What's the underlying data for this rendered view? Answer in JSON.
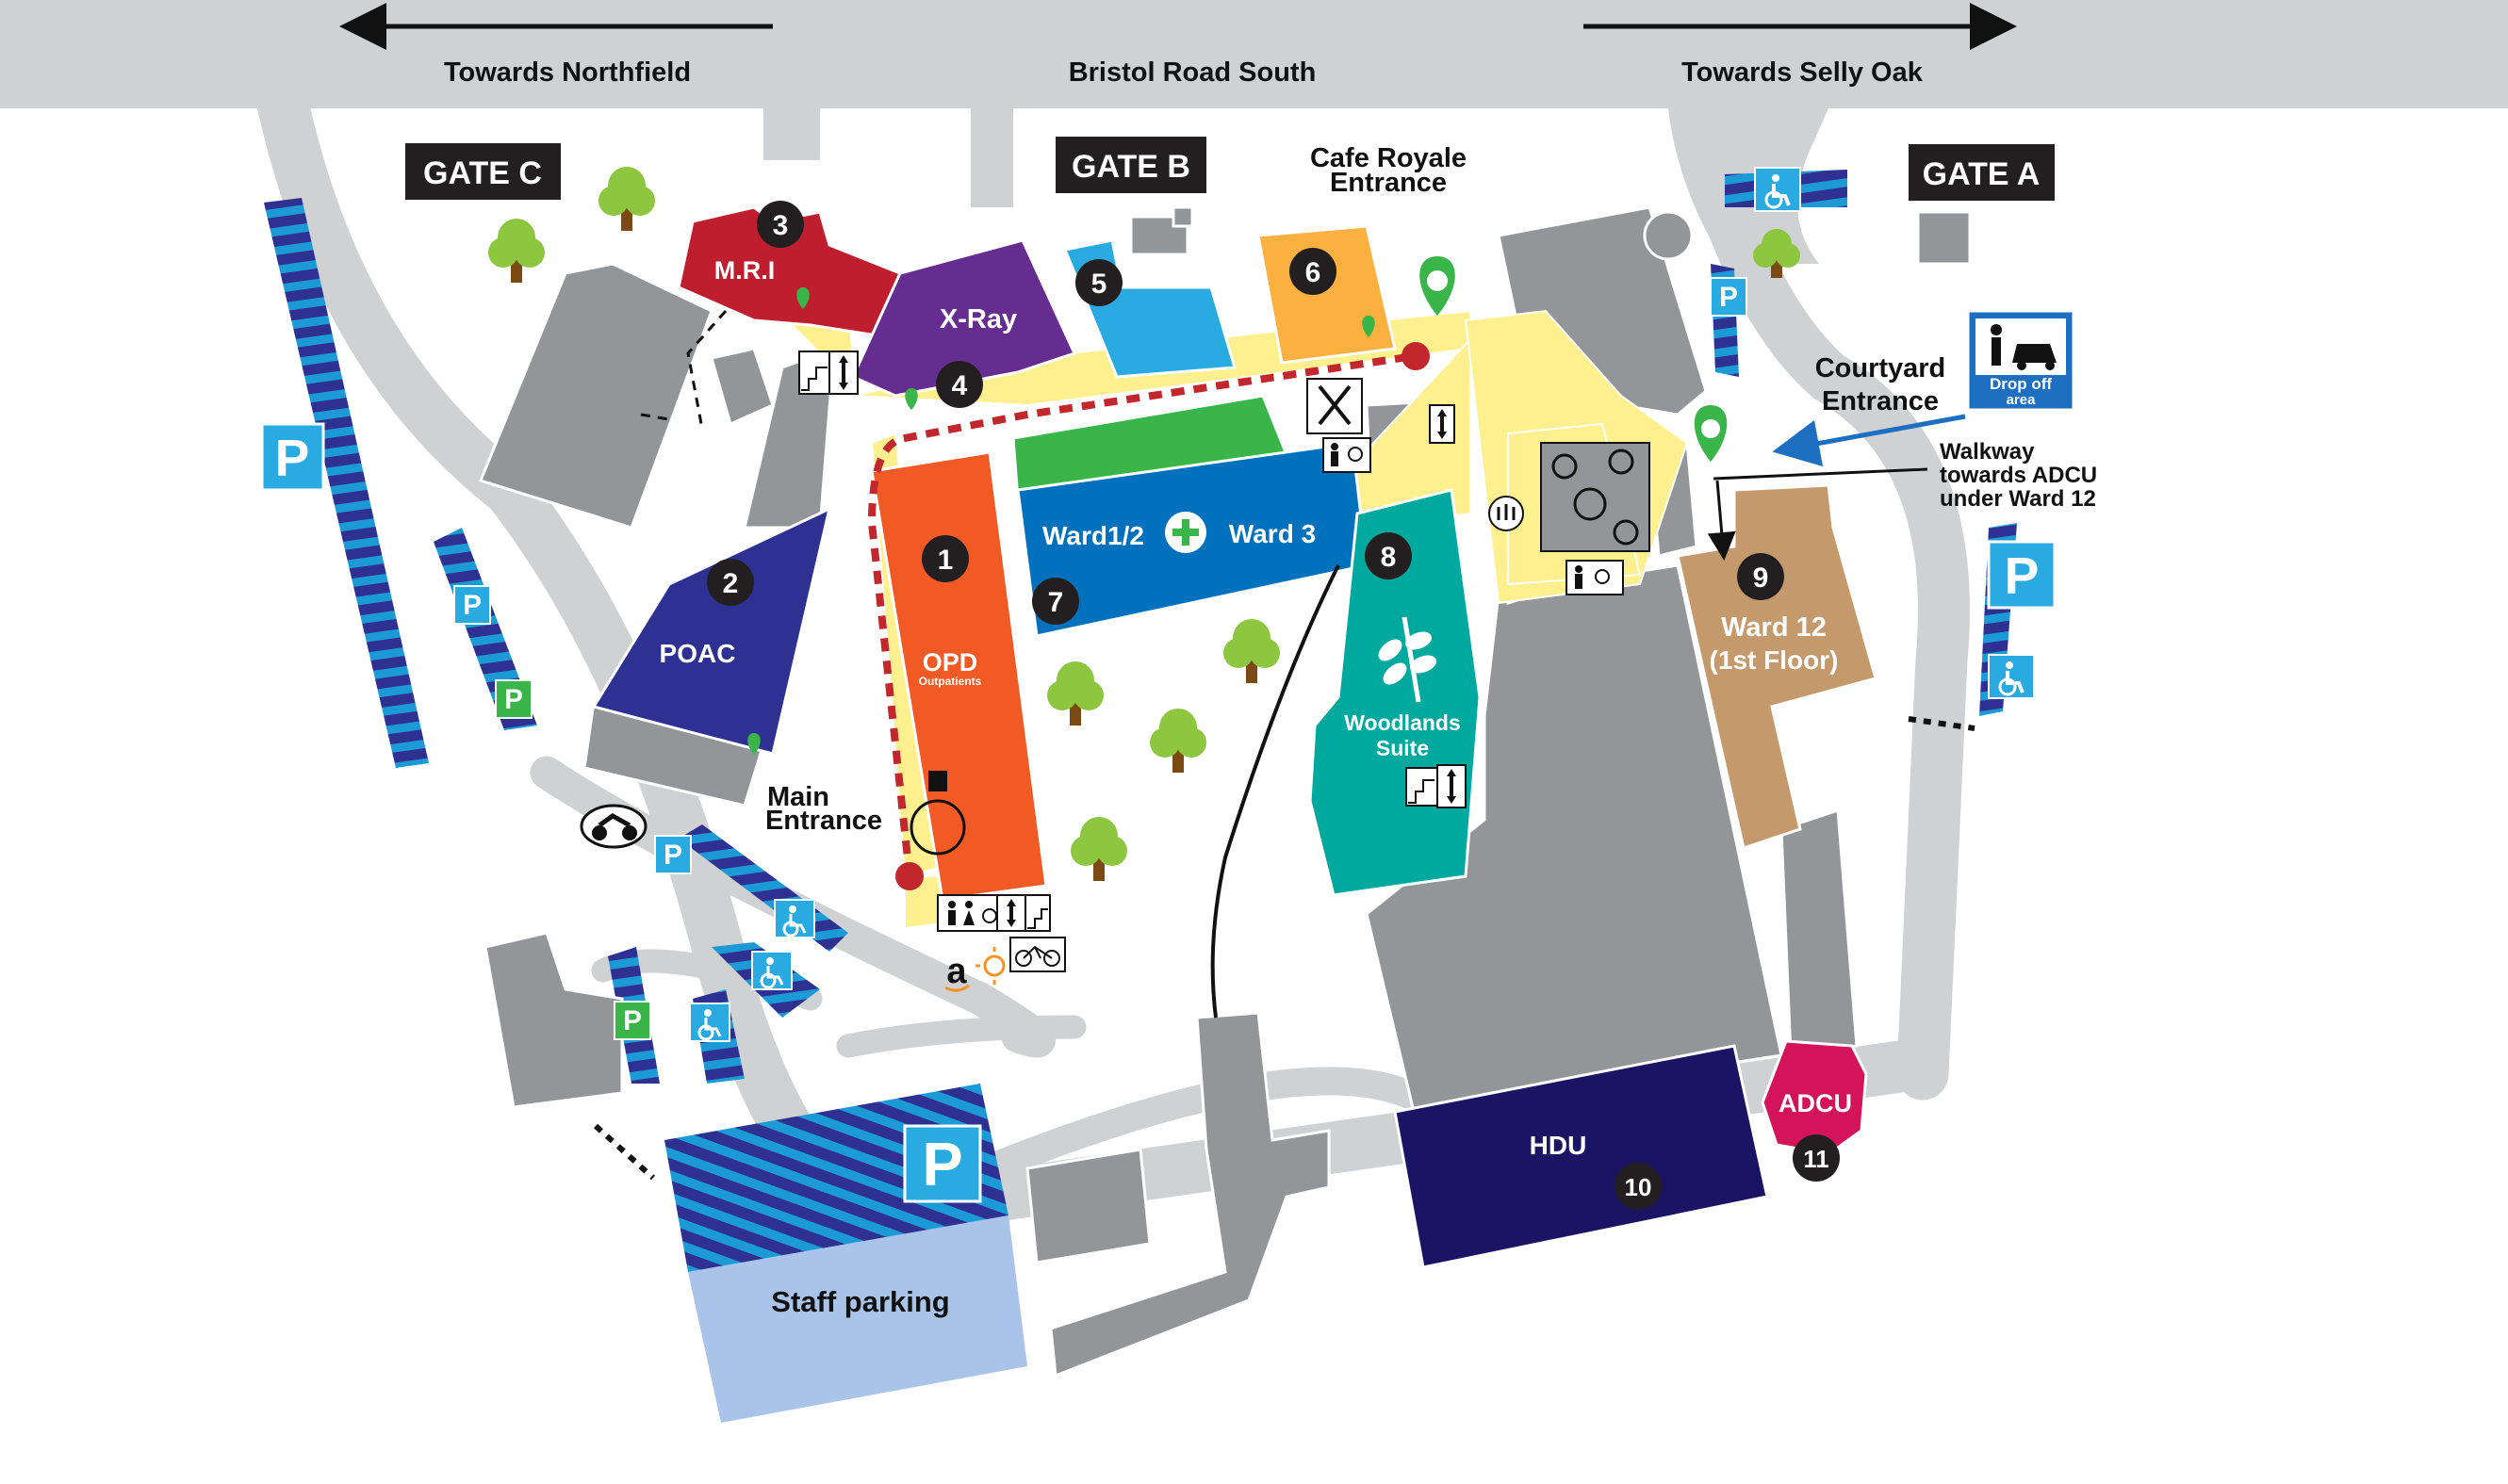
{
  "road": {
    "name": "Bristol Road South",
    "left_direction": "Towards Northfield",
    "right_direction": "Towards Selly Oak"
  },
  "gates": {
    "gate_a": "GATE A",
    "gate_b": "GATE B",
    "gate_c": "GATE C"
  },
  "buildings": {
    "mri": "M.R.I",
    "xray": "X-Ray",
    "poac": "POAC",
    "opd": "OPD",
    "opd_sub": "Outpatients",
    "ward12": "Ward 3",
    "ward1_2": "Ward1/2",
    "woodlands_1": "Woodlands",
    "woodlands_2": "Suite",
    "ward_12_1": "Ward 12",
    "ward_12_2": "(1st Floor)",
    "hdu": "HDU",
    "adcu": "ADCU",
    "staff_parking": "Staff parking"
  },
  "markers": [
    "1",
    "2",
    "3",
    "4",
    "5",
    "6",
    "7",
    "8",
    "9",
    "10",
    "11"
  ],
  "entrances": {
    "main_1": "Main",
    "main_2": "Entrance",
    "cafe_1": "Cafe Royale",
    "cafe_2": "Entrance",
    "courtyard_1": "Courtyard",
    "courtyard_2": "Entrance",
    "walkway_1": "Walkway",
    "walkway_2": "towards ADCU",
    "walkway_3": "under Ward 12"
  },
  "signs": {
    "parking": "P",
    "drop_off_1": "Drop off",
    "drop_off_2": "area"
  },
  "colors": {
    "road": "#d0d1d3",
    "building": "#939598",
    "walkway": "#fff08f",
    "parking_blue": "#2e3192",
    "parking_stripe": "#1c9ad6",
    "mri": "#be1e2d",
    "xray": "#662d91",
    "poac": "#2e3192",
    "opd": "#f15a24",
    "ward_5": "#29abe2",
    "ward_6": "#fbb040",
    "ward_green": "#39b54a",
    "ward_blue": "#0071bc",
    "woodlands": "#00a99d",
    "ward12": "#c49a6c",
    "hdu": "#1b1464",
    "adcu": "#d4145a",
    "staff_parking": "#a9c4e8",
    "tree": "#8dc63f",
    "route": "#c1272d"
  }
}
